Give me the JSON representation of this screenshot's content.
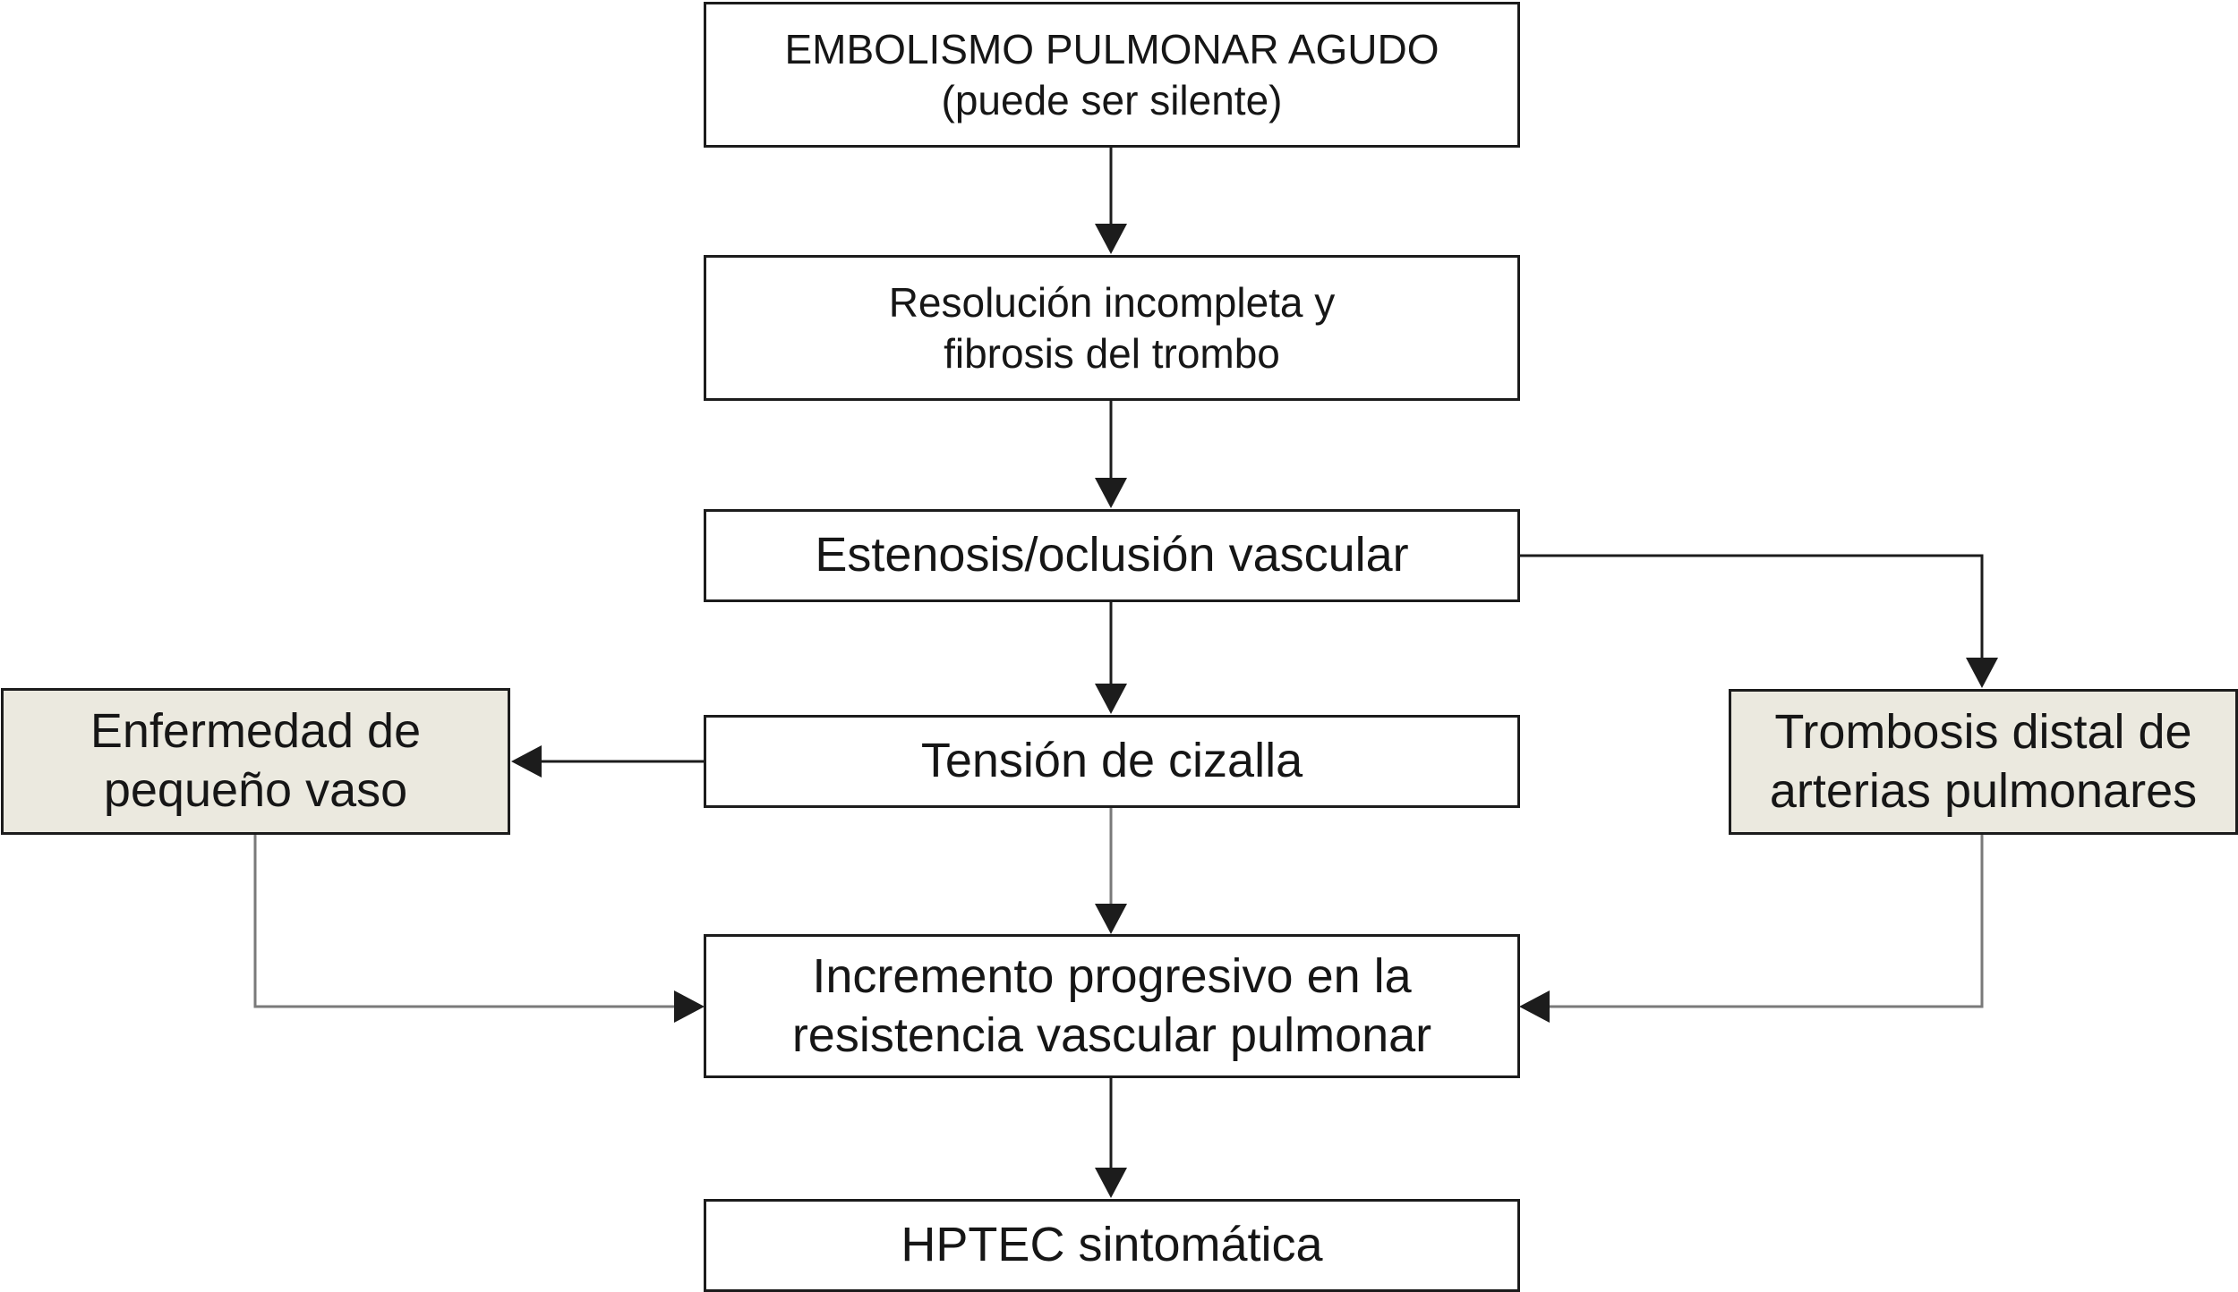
{
  "diagram": {
    "nodes": {
      "embolism": {
        "line1": "EMBOLISMO PULMONAR AGUDO",
        "line2": "(puede ser silente)"
      },
      "resolution": {
        "line1": "Resolución incompleta y",
        "line2": "fibrosis del trombo"
      },
      "stenosis": {
        "line1": "Estenosis/oclusión vascular"
      },
      "shear": {
        "line1": "Tensión de cizalla"
      },
      "small_vessel": {
        "line1": "Enfermedad de",
        "line2": "pequeño vaso"
      },
      "distal_thrombosis": {
        "line1": "Trombosis distal de",
        "line2": "arterias pulmonares"
      },
      "resistance": {
        "line1": "Incremento progresivo en la",
        "line2": "resistencia vascular pulmonar"
      },
      "cteph": {
        "line1": "HPTEC sintomática"
      }
    },
    "edges": [
      {
        "from": "embolism",
        "to": "resolution"
      },
      {
        "from": "resolution",
        "to": "stenosis"
      },
      {
        "from": "stenosis",
        "to": "shear"
      },
      {
        "from": "stenosis",
        "to": "distal_thrombosis"
      },
      {
        "from": "shear",
        "to": "small_vessel"
      },
      {
        "from": "shear",
        "to": "resistance"
      },
      {
        "from": "small_vessel",
        "to": "resistance"
      },
      {
        "from": "distal_thrombosis",
        "to": "resistance"
      },
      {
        "from": "resistance",
        "to": "cteph"
      }
    ],
    "colors": {
      "box_border": "#1c1c1c",
      "shaded_fill": "#ebe9df",
      "arrow": "#1c1c1c",
      "gray_line": "#7a7a7a"
    }
  }
}
